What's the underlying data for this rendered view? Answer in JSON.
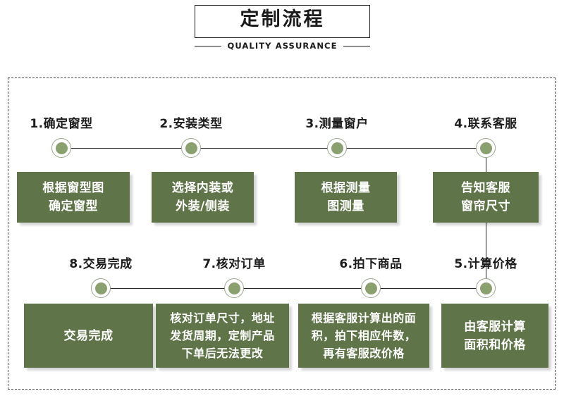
{
  "header": {
    "title": "定制流程",
    "subtitle": "QUALITY ASSURANCE"
  },
  "theme": {
    "card_green": "#5f7549",
    "node_green": "#8aa06f",
    "node_ring": "#9aa88e",
    "line": "#262626",
    "dashed_border": "#4a4a4a",
    "text_dark": "#1c1c1c",
    "text_light": "#ffffff"
  },
  "flow": {
    "row_top": [
      {
        "label": "1.确定窗型",
        "card": "根据窗型图\n确定窗型"
      },
      {
        "label": "2.安装类型",
        "card": "选择内装或\n外装/侧装"
      },
      {
        "label": "3.测量窗户",
        "card": "根据测量\n图测量"
      },
      {
        "label": "4.联系客服",
        "card": "告知客服\n窗帘尺寸"
      }
    ],
    "row_bottom": [
      {
        "label": "8.交易完成",
        "card": "交易完成"
      },
      {
        "label": "7.核对订单",
        "card": "核对订单尺寸，地址\n发货周期，定制产品\n下单后无法更改"
      },
      {
        "label": "6.拍下商品",
        "card": "根据客服计算出的面\n积，拍下相应件数，\n再有客服改价格"
      },
      {
        "label": "5.计算价格",
        "card": "由客服计算\n面积和价格"
      }
    ]
  }
}
